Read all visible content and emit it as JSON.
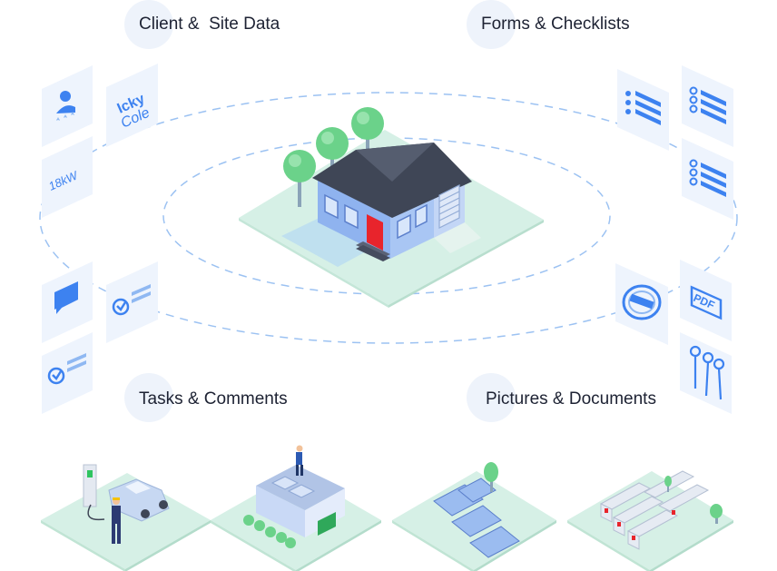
{
  "sections": {
    "client_site": {
      "label": "Client &  Site Data"
    },
    "forms": {
      "label": "Forms & Checklists"
    },
    "tasks": {
      "label": "Tasks & Comments"
    },
    "pictures": {
      "label": "Pictures & Documents"
    }
  },
  "cards": {
    "name_first": "Icky",
    "name_last": "Cole",
    "power": "18kW",
    "pdf": "PDF"
  },
  "colors": {
    "accent": "#3d82f0",
    "card": "#eef4fd",
    "ground": "#d6f0e6",
    "dashed": "#8fbaf0",
    "door": "#e8242c",
    "roof": "#3f4656",
    "wall": "#8fb3ef"
  }
}
